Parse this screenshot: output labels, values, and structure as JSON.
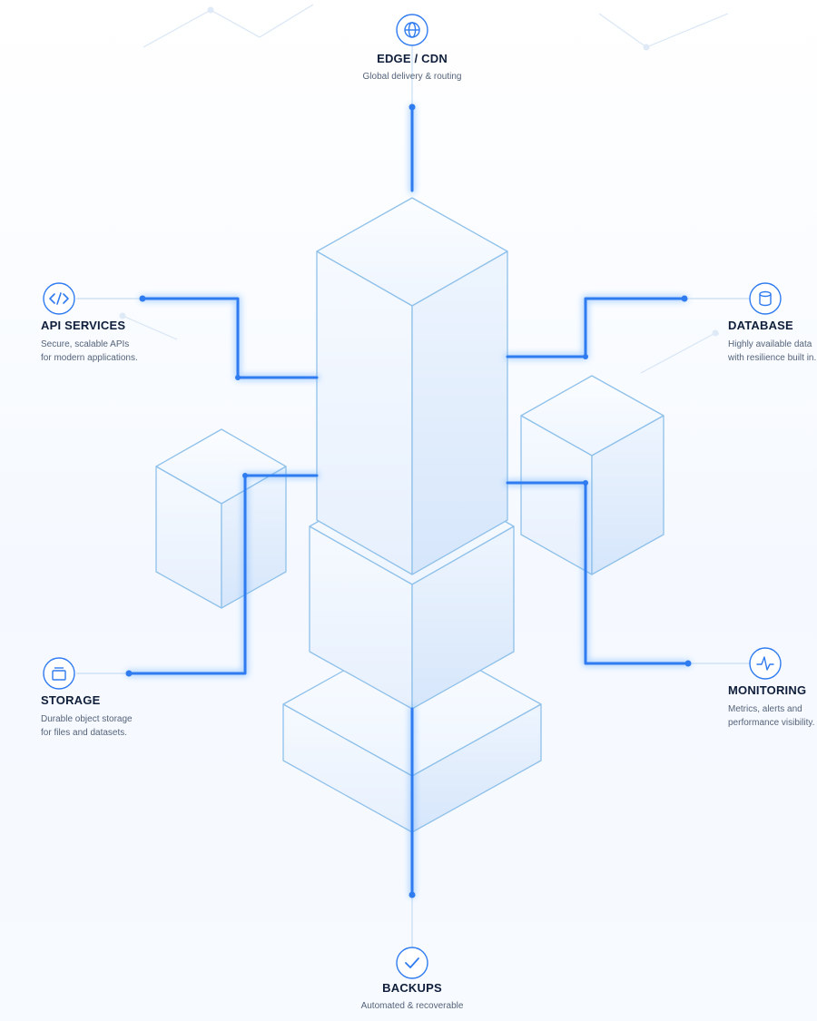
{
  "nodes": {
    "edge": {
      "title": "EDGE / CDN",
      "desc": [
        "Global delivery & routing"
      ],
      "icon": "globe-icon"
    },
    "api": {
      "title": "API SERVICES",
      "desc": [
        "Secure, scalable APIs",
        "for modern applications."
      ],
      "icon": "code-brackets-icon"
    },
    "database": {
      "title": "DATABASE",
      "desc": [
        "Highly available data",
        "with resilience built in."
      ],
      "icon": "database-cylinder-icon"
    },
    "storage": {
      "title": "STORAGE",
      "desc": [
        "Durable object storage",
        "for files and datasets."
      ],
      "icon": "archive-box-icon"
    },
    "monitoring": {
      "title": "MONITORING",
      "desc": [
        "Metrics, alerts and",
        "performance visibility."
      ],
      "icon": "pulse-wave-icon"
    },
    "backups": {
      "title": "BACKUPS",
      "desc": [
        "Automated & recoverable"
      ],
      "icon": "checkmark-icon"
    }
  },
  "colors": {
    "accent": "#2f7bf0",
    "cube_stroke": "#8fc1ea",
    "heading": "#0f1e3a",
    "body_text": "#55637a"
  }
}
